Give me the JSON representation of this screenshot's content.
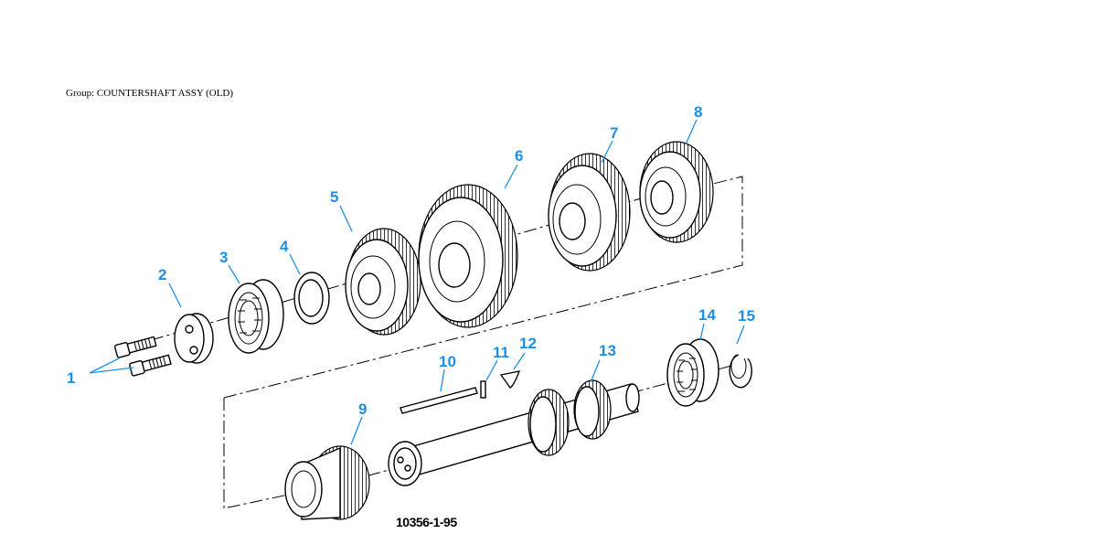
{
  "group_label": "Group: COUNTERSHAFT ASSY (OLD)",
  "figure_number": "10356-1-95",
  "callouts": [
    "1",
    "2",
    "3",
    "4",
    "5",
    "6",
    "7",
    "8",
    "9",
    "10",
    "11",
    "12",
    "13",
    "14",
    "15"
  ],
  "colors": {
    "callout": "#1c8fe3",
    "line": "#000000",
    "background": "#ffffff"
  }
}
